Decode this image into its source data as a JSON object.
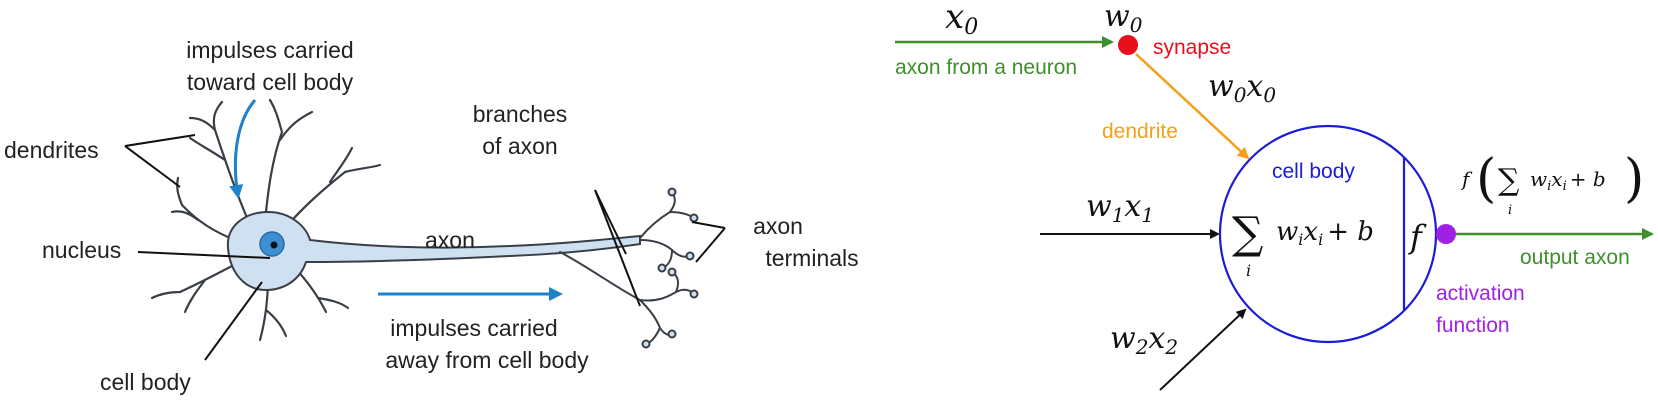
{
  "neuron": {
    "labels": {
      "impulses_in_1": "impulses carried",
      "impulses_in_2": "toward cell body",
      "dendrites": "dendrites",
      "nucleus": "nucleus",
      "cell_body": "cell body",
      "axon": "axon",
      "branches_1": "branches",
      "branches_2": "of axon",
      "terminals_1": "axon",
      "terminals_2": "terminals",
      "impulses_out_1": "impulses carried",
      "impulses_out_2": "away from cell body"
    },
    "colors": {
      "cell_fill": "#cfe0f1",
      "cell_stroke": "#3a3f47",
      "nucleus": "#3d8fd1",
      "arrow": "#1e82c8"
    }
  },
  "model": {
    "labels": {
      "x0": "x",
      "x0_sub": "0",
      "w0": "w",
      "w0_sub": "0",
      "synapse": "synapse",
      "axon_from": "axon from a neuron",
      "w0x0_w": "w",
      "w0x0_wsub": "0",
      "w0x0_x": "x",
      "w0x0_xsub": "0",
      "dendrite": "dendrite",
      "cell_body": "cell body",
      "w1x1_w": "w",
      "w1x1_wsub": "1",
      "w1x1_x": "x",
      "w1x1_xsub": "1",
      "w2x2_w": "w",
      "w2x2_wsub": "2",
      "w2x2_x": "x",
      "w2x2_xsub": "2",
      "sum_sigma": "∑",
      "sum_index": "i",
      "sum_w": "w",
      "sum_wsub": "i",
      "sum_x": "x",
      "sum_xsub": "i",
      "sum_plus_b": "+ b",
      "f": "f",
      "out_f": "f",
      "out_open": "(",
      "out_close": ")",
      "output_axon": "output axon",
      "activation_1": "activation",
      "activation_2": "function"
    },
    "colors": {
      "axon_green": "#3f8f2c",
      "synapse_red": "#e8101a",
      "dendrite_orange": "#f4a01c",
      "cell_blue": "#1c1cd6",
      "activation_purple": "#a020e6",
      "black": "#111111"
    }
  }
}
